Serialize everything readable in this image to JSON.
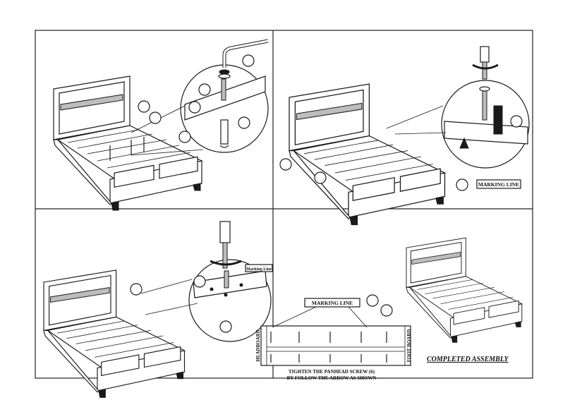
{
  "diagram": {
    "panel_3": {
      "marking_line_label": "Marking Line"
    },
    "panel_2": {
      "marking_line_label": "MARKING LINE"
    },
    "panel_4": {
      "marking_line_label": "MARKING LINE",
      "headboard_label": "HEADBOARD",
      "footboard_label": "FOOT BOARD",
      "instruction_line1": "TIGHTEN THE PANHEAD SCREW (6)",
      "instruction_line2": "BY FOLLOW THE ARROW AS SHOWN",
      "completed_label": "COMPLETED ASSEMBLY"
    }
  }
}
